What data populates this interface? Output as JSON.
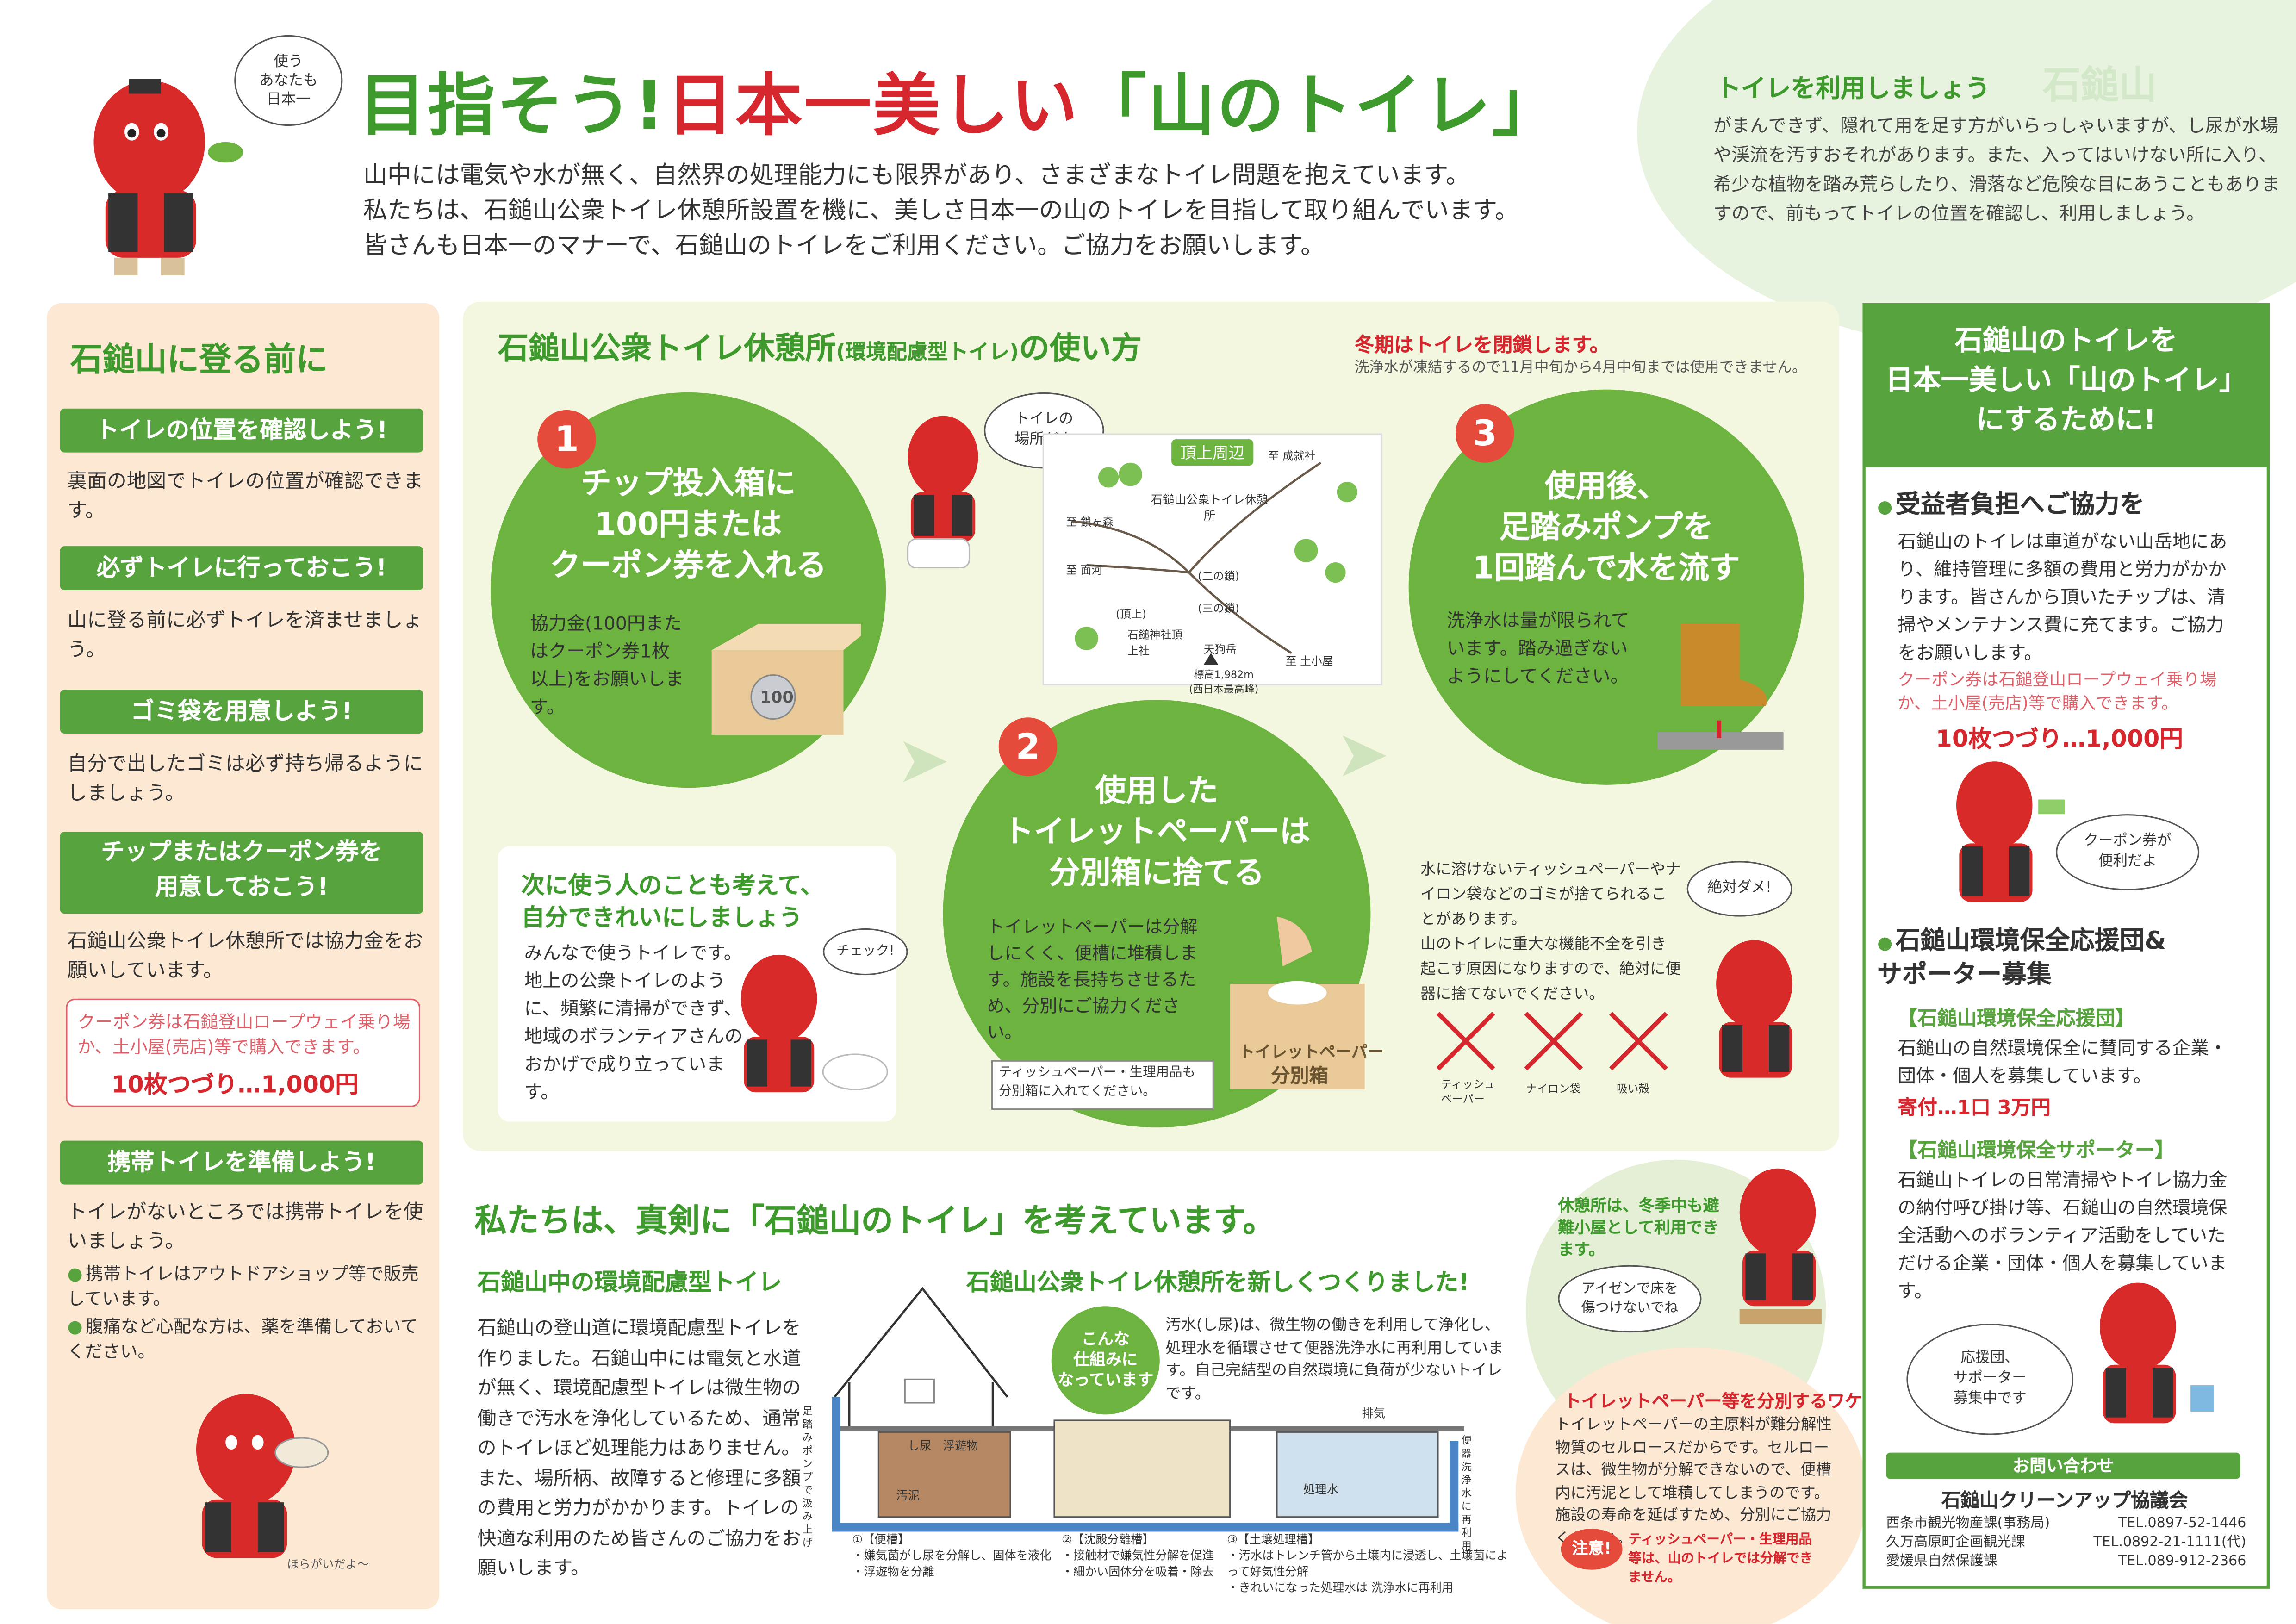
{
  "header": {
    "speech": "使う\nあなたも\n日本一",
    "title_part1": "目指そう!",
    "title_part2": "日本一美しい",
    "title_part3": "「山のトイレ」",
    "intro": [
      "山中には電気や水が無く、自然界の処理能力にも限界があり、さまざまなトイレ問題を抱えています。",
      "私たちは、石鎚山公衆トイレ休憩所設置を機に、美しさ日本一の山のトイレを目指して取り組んでいます。",
      "皆さんも日本一のマナーで、石鎚山のトイレをご利用ください。ご協力をお願いします。"
    ]
  },
  "use_toilet": {
    "heading": "トイレを利用しましょう",
    "bg_word": "石鎚山",
    "text": "がまんできず、隠れて用を足す方がいらっしゃいますが、し尿が水場や渓流を汚すおそれがあります。また、入ってはいけない所に入り、希少な植物を踏み荒らしたり、滑落など危険な目にあうこともありますので、前もってトイレの位置を確認し、利用しましょう。"
  },
  "before_climb": {
    "title": "石鎚山に登る前に",
    "sections": [
      {
        "bar": "トイレの位置を確認しよう!",
        "text": "裏面の地図でトイレの位置が確認できます。"
      },
      {
        "bar": "必ずトイレに行っておこう!",
        "text": "山に登る前に必ずトイレを済ませましょう。"
      },
      {
        "bar": "ゴミ袋を用意しよう!",
        "text": "自分で出したゴミは必ず持ち帰るようにしましょう。"
      },
      {
        "bar": "チップまたはクーポン券を\n用意しておこう!",
        "text": "石鎚山公衆トイレ休憩所では協力金をお願いしています。"
      },
      {
        "bar": "携帯トイレを準備しよう!",
        "text": "トイレがないところでは携帯トイレを使いましょう。"
      }
    ],
    "coupon_note": "クーポン券は石鎚登山ロープウェイ乗り場か、土小屋(売店)等で購入できます。",
    "coupon_price": "10枚つづり…1,000円",
    "bullets": [
      "携帯トイレはアウトドアショップ等で販売しています。",
      "腹痛など心配な方は、薬を準備しておいてください。"
    ],
    "mascot_caption": "ほらがいだよ〜"
  },
  "how_to_use": {
    "title": "石鎚山公衆トイレ休憩所",
    "title_small": "(環境配慮型トイレ)",
    "title_end": "の使い方",
    "winter_title": "冬期はトイレを閉鎖します。",
    "winter_note": "洗浄水が凍結するので11月中旬から4月中旬までは使用できません。",
    "step1_num": "1",
    "step1_head": "チップ投入箱に\n100円または\nクーポン券を入れる",
    "step1_text": "協力金(100円またはクーポン券1枚以上)をお願いします。",
    "step1_bubble": "トイレの\n場所だよ",
    "coin_label": "100",
    "step2_num": "2",
    "step2_head": "使用した\nトイレットペーパーは\n分別箱に捨てる",
    "step2_text": "トイレットペーパーは分解しにくく、便槽に堆積します。施設を長持ちさせるため、分別にご協力ください。",
    "step2_box_label1": "トイレットペーパー",
    "step2_box_label2": "分別箱",
    "step2_note": "ティッシュペーパー・生理用品も分別箱に入れてください。",
    "step3_num": "3",
    "step3_head": "使用後、\n足踏みポンプを\n1回踏んで水を流す",
    "step3_text": "洗浄水は量が限られています。踏み過ぎないようにしてください。",
    "map_title": "頂上周辺",
    "map_labels": [
      "石鎚山公衆トイレ休憩所",
      "至 成就社",
      "至 鎖ヶ森",
      "至 面河",
      "(二の鎖)",
      "(三の鎖)",
      "(頂上)",
      "石鎚神社頂上社",
      "天狗岳",
      "至 土小屋",
      "標高1,982m\n(西日本最高峰)"
    ],
    "think_title": "次に使う人のことも考えて、\n自分できれいにしましょう",
    "think_text": "みんなで使うトイレです。地上の公衆トイレのように、頻繁に清掃ができず、地域のボランティアさんのおかげで成り立っています。",
    "check_bubble": "チェック!",
    "warn_text": "水に溶けないティッシュペーパーやナイロン袋などのゴミが捨てられることがあります。\n山のトイレに重大な機能不全を引き起こす原因になりますので、絶対に便器に捨てないでください。",
    "warn_bubble": "絶対ダメ!",
    "warn_items": [
      "ティッシュペーパー",
      "ナイロン袋",
      "吸い殻"
    ]
  },
  "serious": {
    "title": "私たちは、真剣に「石鎚山のトイレ」を考えています。",
    "eco_sub": "石鎚山中の環境配慮型トイレ",
    "eco_text": "石鎚山の登山道に環境配慮型トイレを作りました。石鎚山中には電気と水道が無く、環境配慮型トイレは微生物の働きで汚水を浄化しているため、通常のトイレほど処理能力はありません。また、場所柄、故障すると修理に多額の費用と労力がかかります。トイレの快適な利用のため皆さんのご協力をお願いします。",
    "new_sub": "石鎚山公衆トイレ休憩所を新しくつくりました!",
    "how_circle": "こんな\n仕組みに\nなっています",
    "how_text": "汚水(し尿)は、微生物の働きを利用して浄化し、処理水を循環させて便器洗浄水に再利用しています。自己完結型の自然環境に負荷が少ないトイレです。",
    "diagram_labels": [
      "し尿",
      "浮遊物",
      "汚泥",
      "処理水",
      "排気",
      "便器洗浄水に再利用",
      "足踏みポンプで汲み上げ"
    ],
    "captions": [
      "①【便槽】\n・嫌気菌がし尿を分解し、固体を液化\n・浮遊物を分離",
      "②【沈殿分離槽】\n・接触材で嫌気性分解を促進\n・細かい固体分を吸着・除去",
      "③【土壌処理槽】\n・汚水はトレンチ管から土壌内に浸透し、土壌菌によって好気性分解\n・きれいになった処理水は 洗浄水に再利用"
    ]
  },
  "rest": {
    "text": "休憩所は、冬季中も避難小屋として利用できます。",
    "bubble": "アイゼンで床を\n傷つけないでね"
  },
  "separate": {
    "title": "トイレットペーパー等を分別するワケ",
    "text": "トイレットペーパーの主原料が難分解性物質のセルロースだからです。セルロースは、微生物が分解できないので、便槽内に汚泥として堆積してしまうのです。施設の寿命を延ばすため、分別にご協力ください。",
    "caution": "注意!",
    "caution_text": "ティッシュペーパー・生理用品等は、山のトイレでは分解できません。"
  },
  "right_col": {
    "head": "石鎚山のトイレを\n日本一美しい「山のトイレ」\nにするために!",
    "section1_title": "受益者負担へご協力を",
    "section1_text": "石鎚山のトイレは車道がない山岳地にあり、維持管理に多額の費用と労力がかかります。皆さんから頂いたチップは、清掃やメンテナンス費に充てます。ご協力をお願いします。",
    "coupon_note": "クーポン券は石鎚登山ロープウェイ乗り場か、土小屋(売店)等で購入できます。",
    "coupon_price": "10枚つづり…1,000円",
    "coupon_bubble": "クーポン券が\n便利だよ",
    "section2_title": "石鎚山環境保全応援団&\nサポーター募集",
    "support_sub1": "【石鎚山環境保全応援団】",
    "support_text1": "石鎚山の自然環境保全に賛同する企業・団体・個人を募集しています。",
    "donation": "寄付…1口 3万円",
    "support_sub2": "【石鎚山環境保全サポーター】",
    "support_text2": "石鎚山トイレの日常清掃やトイレ協力金の納付呼び掛け等、石鎚山の自然環境保全活動へのボランティア活動をしていただける企業・団体・個人を募集しています。",
    "support_bubble": "応援団、\nサポーター\n募集中です",
    "contact_label": "お問い合わせ",
    "contact_org": "石鎚山クリーンアップ協議会",
    "contacts": [
      {
        "name": "西条市観光物産課(事務局)",
        "tel": "TEL.0897-52-1446"
      },
      {
        "name": "久万高原町企画観光課",
        "tel": "TEL.0892-21-1111(代)"
      },
      {
        "name": "愛媛県自然保護課",
        "tel": "TEL.089-912-2366"
      }
    ]
  },
  "colors": {
    "green": "#3f9a2e",
    "bar_green": "#57a33d",
    "step_green": "#6cb33f",
    "red": "#d6262e",
    "peach": "#fde8d4"
  }
}
